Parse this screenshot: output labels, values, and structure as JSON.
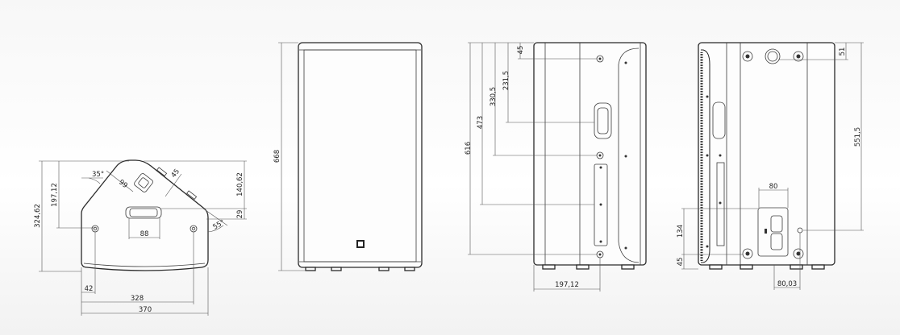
{
  "views": {
    "top": {
      "dims": {
        "depth": "324,62",
        "hole_depth": "197,12",
        "front_to_handle": "140,62",
        "handle_offset": "29",
        "handle_width": "88",
        "hole_edge": "42",
        "hole_span": "328",
        "width": "370",
        "angle_left": "35°",
        "angle_right": "55°",
        "connector_offset": "99",
        "connector_depth": "45"
      }
    },
    "front": {
      "dims": {
        "height": "668"
      }
    },
    "side": {
      "dims": {
        "total": "616",
        "bracket": "473",
        "bolt_mid": "330,5",
        "handle": "231,5",
        "bolt_top": "45",
        "bolt_depth": "197,12"
      }
    },
    "rear": {
      "dims": {
        "height": "551,5",
        "top": "51",
        "panel_height": "134",
        "bottom": "45",
        "panel_width": "80",
        "panel_offset": "80,03"
      }
    }
  }
}
